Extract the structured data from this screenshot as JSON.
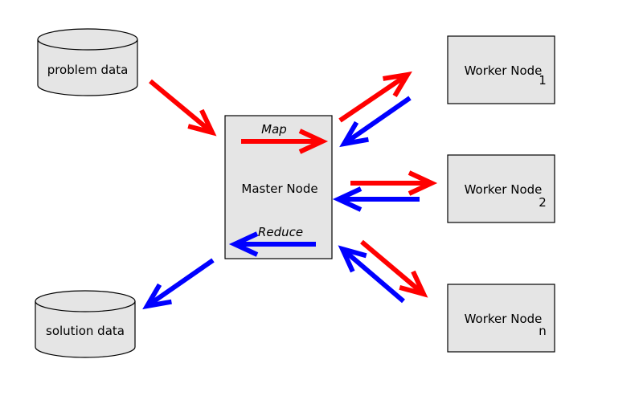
{
  "problem_data": {
    "label": "problem data"
  },
  "solution_data": {
    "label": "solution data"
  },
  "master": {
    "label": "Master Node",
    "map_label": "Map",
    "reduce_label": "Reduce"
  },
  "workers": [
    {
      "label": "Worker Node",
      "index": "1"
    },
    {
      "label": "Worker Node",
      "index": "2"
    },
    {
      "label": "Worker Node",
      "index": "n"
    }
  ],
  "colors": {
    "map_arrow": "#ff0000",
    "reduce_arrow": "#0000ff",
    "box_fill": "#e5e5e5"
  }
}
